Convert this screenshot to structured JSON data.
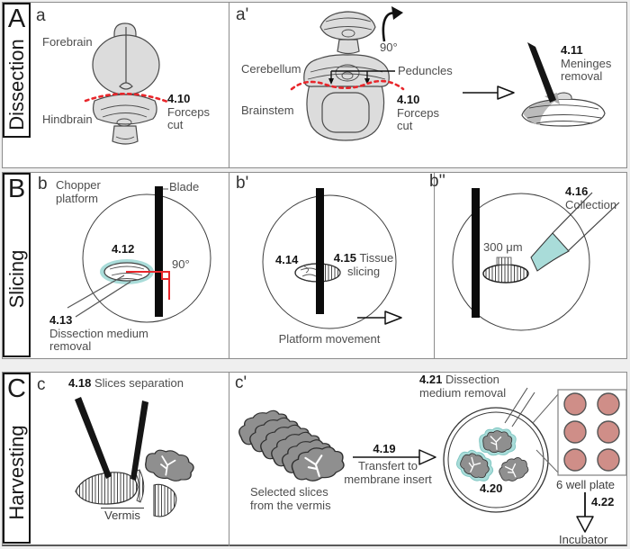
{
  "figure": {
    "rows": [
      {
        "letter": "A",
        "title": "Dissection",
        "panels": {
          "a": {
            "label": "a",
            "forebrain": "Forebrain",
            "hindbrain": "Hindbrain",
            "step": "4.10",
            "step_label": "Forceps cut"
          },
          "a2": {
            "label": "a'",
            "rotation": "90°",
            "cerebellum": "Cerebellum",
            "peduncles": "Peduncles",
            "brainstem": "Brainstem",
            "step_cut": "4.10",
            "step_cut_label": "Forceps cut",
            "step_meninges": "4.11",
            "step_meninges_label": "Meninges removal"
          }
        }
      },
      {
        "letter": "B",
        "title": "Slicing",
        "panels": {
          "b": {
            "label": "b",
            "chopper": "Chopper platform",
            "blade": "Blade",
            "step_align": "4.12",
            "angle": "90°",
            "step_medium": "4.13",
            "step_medium_label": "Dissection medium removal"
          },
          "b2": {
            "label": "b'",
            "step_position": "4.14",
            "step_slice": "4.15",
            "step_slice_label": "Tissue slicing",
            "platform": "Platform movement"
          },
          "b3": {
            "label": "b''",
            "thickness": "300 μm",
            "step_collect": "4.16",
            "step_collect_label": "Collection"
          }
        }
      },
      {
        "letter": "C",
        "title": "Harvesting",
        "panels": {
          "c": {
            "label": "c",
            "step_sep": "4.18",
            "step_sep_label": "Slices separation",
            "vermis": "Vermis"
          },
          "c2": {
            "label": "c'",
            "selected": "Selected slices from the vermis",
            "step_transfer": "4.19",
            "step_transfer_label": "Transfert to membrane insert",
            "step_plate": "4.20",
            "step_medium": "4.21",
            "step_medium_label": "Dissection medium removal",
            "well_plate": "6 well plate",
            "step_incub": "4.22",
            "incubator": "Incubator"
          }
        }
      }
    ],
    "colors": {
      "highlight_cyan": "#a9dcd9",
      "cut_red": "#e8262b",
      "well_pink": "#cf8e88",
      "tissue_gray": "#dcdcdc",
      "slice_dark_gray": "#8f8f8f"
    }
  }
}
